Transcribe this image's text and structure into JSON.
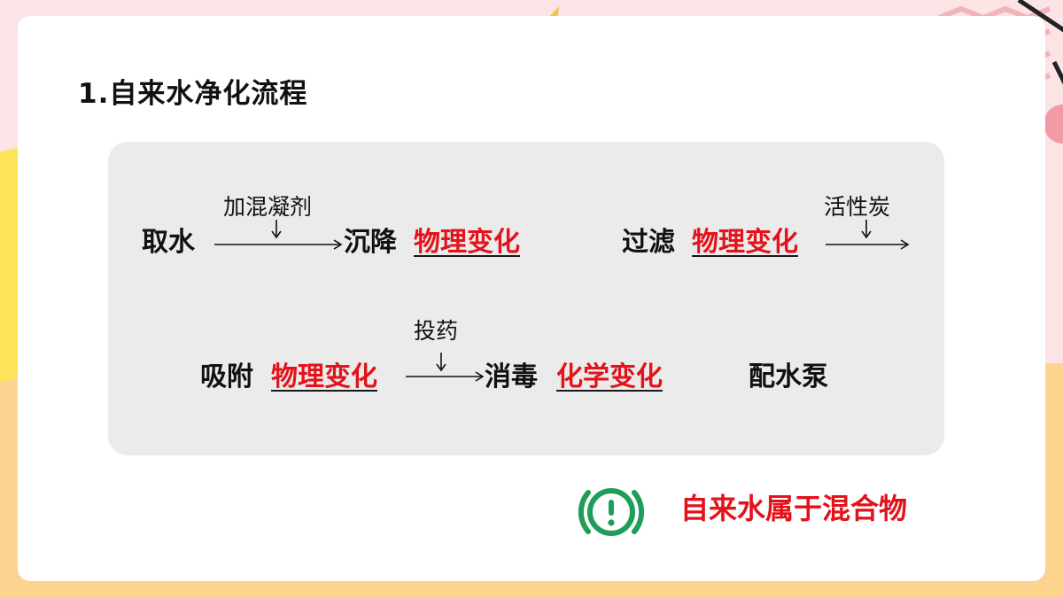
{
  "slide": {
    "title": "1.自来水净化流程"
  },
  "flow": {
    "row1": {
      "start": "取水",
      "agent1": "加混凝剂",
      "step1": "沉降",
      "step1_change": "物理变化",
      "step2": "过滤",
      "step2_change": "物理变化",
      "agent2": "活性炭"
    },
    "row2": {
      "step3": "吸附",
      "step3_change": "物理变化",
      "agent3": "投药",
      "step4": "消毒",
      "step4_change": "化学变化",
      "end": "配水泵"
    }
  },
  "note": {
    "text": "自来水属于混合物",
    "icon": "exclamation-circle-icon",
    "icon_color": "#1e9e5a"
  },
  "colors": {
    "accent_red": "#e4121a",
    "panel_gray": "#ebebeb",
    "bg_pink": "#fbe3e6",
    "bg_orange": "#fcd38f"
  }
}
